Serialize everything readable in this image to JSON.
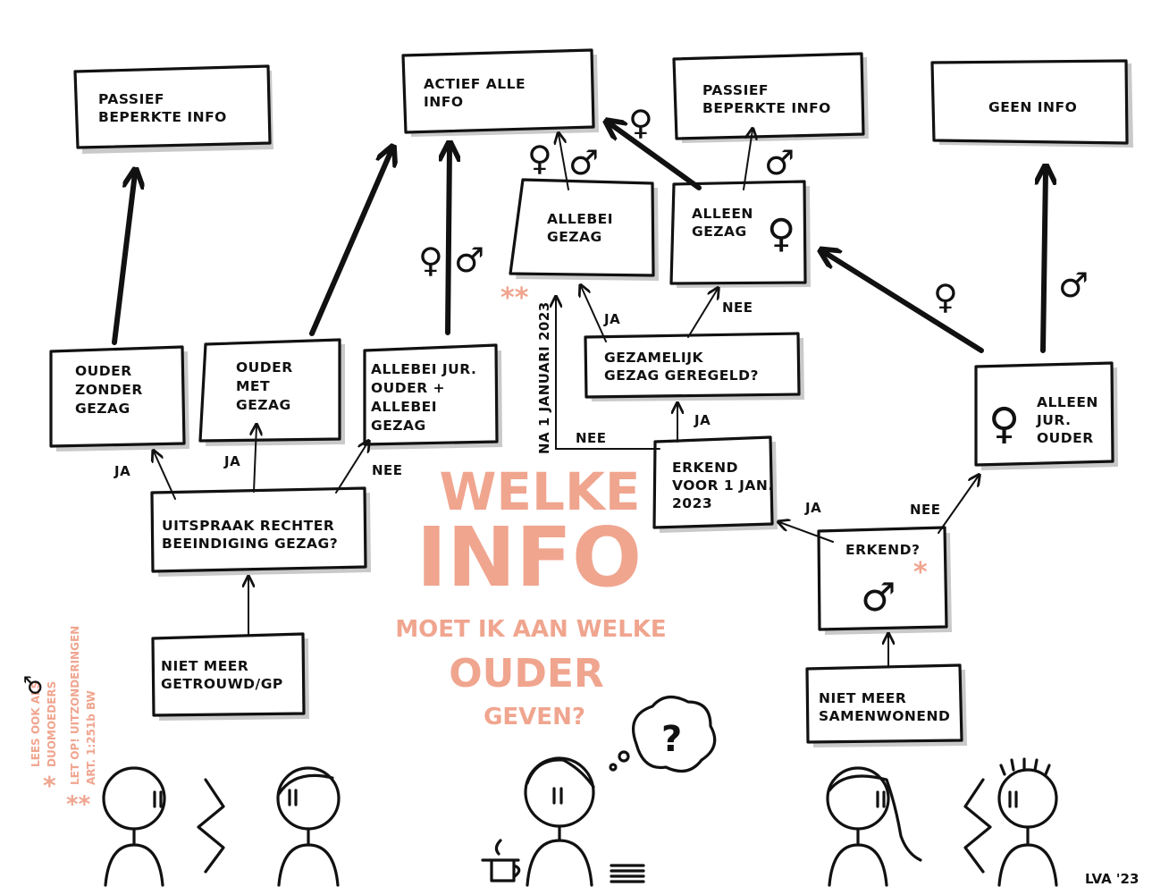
{
  "boxes": {
    "passief_left": [
      "PASSIEF",
      "BEPERKTE INFO"
    ],
    "actief": [
      "ACTIEF ALLE",
      "INFO"
    ],
    "passief_right": [
      "PASSIEF",
      "BEPERKTE INFO"
    ],
    "geen_info": [
      "GEEN INFO"
    ],
    "allebei_gezag": [
      "ALLEBEI",
      "GEZAG"
    ],
    "alleen_gezag": [
      "ALLEEN",
      "GEZAG"
    ],
    "gezamelijk": [
      "GEZAMELIJK",
      "GEZAG GEREGELD?"
    ],
    "ouder_zonder": [
      "OUDER",
      "ZONDER",
      "GEZAG"
    ],
    "ouder_met": [
      "OUDER",
      "MET",
      "GEZAG"
    ],
    "allebei_jur": [
      "ALLEBEI JUR.",
      "OUDER +",
      "ALLEBEI",
      "GEZAG"
    ],
    "erkend_voor": [
      "ERKEND",
      "VOOR 1 JAN.",
      "2023"
    ],
    "alleen_jur": [
      "ALLEEN",
      "JUR.",
      "OUDER"
    ],
    "uitspraak": [
      "UITSPRAAK RECHTER",
      "BEEINDIGING GEZAG?"
    ],
    "erkend": [
      "ERKEND?"
    ],
    "niet_getrouwd": [
      "NIET MEER",
      "GETROUWD/GP"
    ],
    "niet_samenwonend": [
      "NIET MEER",
      "SAMENWONEND"
    ]
  },
  "edge_labels": {
    "ja_left": "JA",
    "ja_mid": "JA",
    "nee_left": "NEE",
    "ja_gezag": "JA",
    "nee_gezag": "NEE",
    "ja_erkend_voor": "JA",
    "nee_erkend_voor": "NEE",
    "ja_erkend": "JA",
    "nee_erkend": "NEE",
    "date_vertical": "NA 1 JANUARI 2023"
  },
  "symbols": {
    "female": "♀",
    "male": "♂"
  },
  "title": {
    "line1": "WELKE",
    "line2": "INFO",
    "line3": "MOET IK AAN WELKE",
    "line4": "OUDER",
    "line5": "GEVEN?"
  },
  "asterisks": {
    "single": "*",
    "double": "**"
  },
  "footnotes": {
    "note1": "LEES      OOK ALS",
    "note1b": "DUOMOEDERS",
    "note2": "LET OP! UITZONDERINGEN",
    "note2b": "ART. 1:251b BW"
  },
  "thought": "?",
  "signature": "LVA '23",
  "colors": {
    "accent": "#f0a58f",
    "ink": "#111111"
  }
}
